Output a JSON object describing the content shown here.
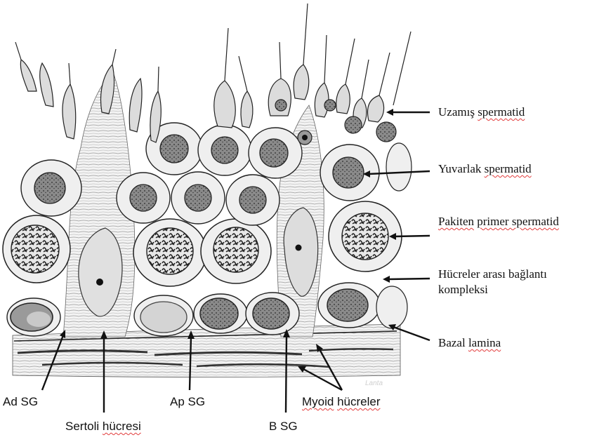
{
  "diagram": {
    "right_labels": [
      {
        "id": "uzamis",
        "word1": "Uzamış",
        "word2": "spermatid"
      },
      {
        "id": "yuvarlak",
        "word1": "Yuvarlak",
        "word2": "spermatid"
      },
      {
        "id": "pakiten",
        "word1": "Pakiten",
        "word2": "primer spermatid"
      },
      {
        "id": "hucreler",
        "line1": "Hücreler arası bağlantı",
        "line2": "kompleksi"
      },
      {
        "id": "bazal",
        "word1": "Bazal",
        "word2": "lamina"
      }
    ],
    "bottom_labels": {
      "ad_sg": "Ad SG",
      "sertoli_word1": "Sertoli",
      "sertoli_word2": "hücresi",
      "ap_sg": "Ap SG",
      "b_sg": "B SG",
      "myoid_word1": "Myoid",
      "myoid_word2": "hücreler"
    },
    "watermark_text": "Lanta"
  },
  "colors": {
    "line": "#111111",
    "cell_fill": "#e9e9e9",
    "cytoplasm": "#f4f4f4",
    "nucleus": "#7a7a7a",
    "dark": "#2a2a2a",
    "spell_underline": "#e23b3b"
  }
}
